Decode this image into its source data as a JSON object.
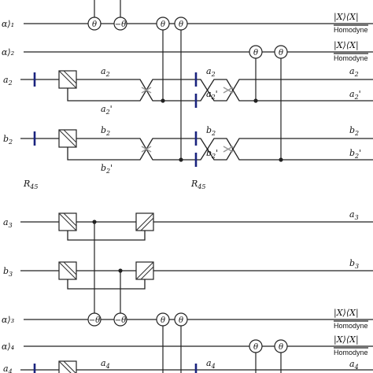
{
  "labels": {
    "alpha1": "α⟩₁",
    "alpha2": "α⟩₂",
    "a2_in": "a",
    "a2_in_sub": "2",
    "b2_in": "b",
    "b2_in_sub": "2",
    "r45_left": "R",
    "r45_left_sub": "45",
    "r45_mid": "R",
    "r45_mid_sub": "45",
    "a3_in": "a",
    "a3_in_sub": "3",
    "b3_in": "b",
    "b3_in_sub": "3",
    "alpha3": "α⟩₃",
    "alpha4": "α⟩₄",
    "a4_in": "a",
    "a4_in_sub": "4"
  },
  "wire_labels": {
    "a2_top": "a",
    "a2_top_sub": "2",
    "a2p": "a",
    "a2p_sub": "2",
    "a2p_prime": "'",
    "b2_top": "b",
    "b2_top_sub": "2",
    "b2p": "b",
    "b2p_sub": "2",
    "b2p_prime": "'",
    "a2_mid": "a",
    "a2_mid_sub": "2",
    "a2p_mid": "a",
    "a2p_mid_sub": "2",
    "a2p_mid_prime": "'",
    "b2_mid": "b",
    "b2_mid_sub": "2",
    "b2p_mid": "b",
    "b2p_mid_sub": "2",
    "b2p_mid_prime": "'",
    "a4_top": "a",
    "a4_top_sub": "4",
    "a4_mid": "a",
    "a4_mid_sub": "4"
  },
  "outputs": {
    "alpha1_out": "|X⟩⟨X|",
    "alpha1_hom": "Homodyne",
    "alpha2_out": "|X⟩⟨X|",
    "alpha2_hom": "Homodyne",
    "a2_out": "a",
    "a2_out_sub": "2",
    "a2p_out": "a",
    "a2p_out_sub": "2",
    "a2p_out_prime": "'",
    "b2_out": "b",
    "b2_out_sub": "2",
    "b2p_out": "b",
    "b2p_out_sub": "2",
    "b2p_out_prime": "'",
    "a3_out": "a",
    "a3_out_sub": "3",
    "b3_out": "b",
    "b3_out_sub": "3",
    "alpha3_out": "|X⟩⟨X|",
    "alpha3_hom": "Homodyne",
    "alpha4_out": "|X⟩⟨X|",
    "alpha4_hom": "Homodyne",
    "a4_out": "a",
    "a4_out_sub": "4"
  },
  "gates": {
    "theta": "θ",
    "neg_theta": "−θ"
  }
}
